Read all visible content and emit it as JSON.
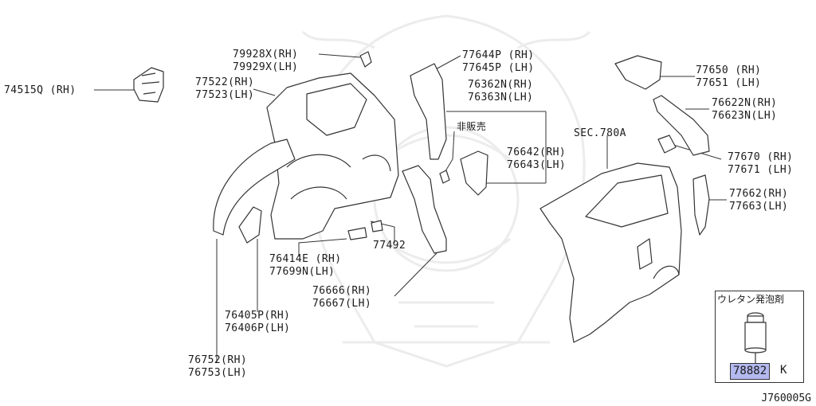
{
  "callouts": {
    "p74515q": "74515Q (RH)",
    "p79928x": "79928X(RH)",
    "p79929x": "79929X(LH)",
    "p77522": "77522(RH)",
    "p77523": "77523(LH)",
    "p77644p": "77644P (RH)",
    "p77645p": "77645P (LH)",
    "p76362n": "76362N(RH)",
    "p76363n": "76363N(LH)",
    "not_for_sale": "非販売",
    "p76642": "76642(RH)",
    "p76643": "76643(LH)",
    "sec": "SEC.780A",
    "p77650": "77650 (RH)",
    "p77651": "77651 (LH)",
    "p76622n": "76622N(RH)",
    "p76623n": "76623N(LH)",
    "p77670": "77670 (RH)",
    "p77671": "77671 (LH)",
    "p77662": "77662(RH)",
    "p77663": "77663(LH)",
    "p77492": "77492",
    "p76414e": "76414E (RH)",
    "p77699n": "77699N(LH)",
    "p76666": "76666(RH)",
    "p76667": "76667(LH)",
    "p76405p": "76405P(RH)",
    "p76406p": "76406P(LH)",
    "p76752": "76752(RH)",
    "p76753": "76753(LH)"
  },
  "inset": {
    "title": "ウレタン発泡剤",
    "part_highlight": "78882",
    "part_suffix": "K"
  },
  "diagram_code": "J760005G",
  "colors": {
    "highlight": "#b3b8ee",
    "line": "#333333",
    "watermark": "#ededed"
  }
}
